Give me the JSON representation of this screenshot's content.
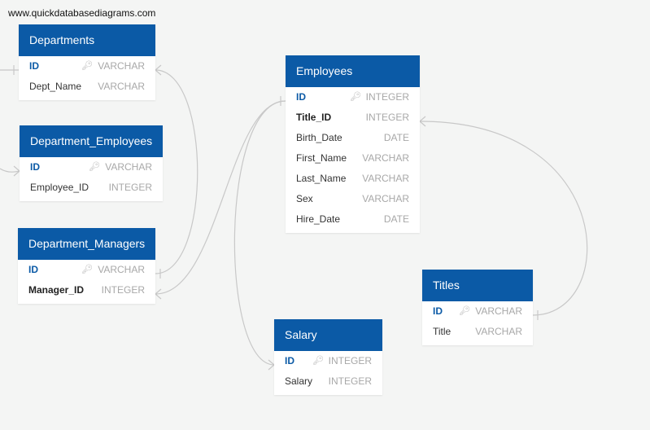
{
  "watermark": "www.quickdatabasediagrams.com",
  "tables": {
    "departments": {
      "title": "Departments",
      "fields": [
        {
          "name": "ID",
          "type": "VARCHAR"
        },
        {
          "name": "Dept_Name",
          "type": "VARCHAR"
        }
      ]
    },
    "dept_employees": {
      "title": "Department_Employees",
      "fields": [
        {
          "name": "ID",
          "type": "VARCHAR"
        },
        {
          "name": "Employee_ID",
          "type": "INTEGER"
        }
      ]
    },
    "dept_managers": {
      "title": "Department_Managers",
      "fields": [
        {
          "name": "ID",
          "type": "VARCHAR"
        },
        {
          "name": "Manager_ID",
          "type": "INTEGER"
        }
      ]
    },
    "employees": {
      "title": "Employees",
      "fields": [
        {
          "name": "ID",
          "type": "INTEGER"
        },
        {
          "name": "Title_ID",
          "type": "INTEGER"
        },
        {
          "name": "Birth_Date",
          "type": "DATE"
        },
        {
          "name": "First_Name",
          "type": "VARCHAR"
        },
        {
          "name": "Last_Name",
          "type": "VARCHAR"
        },
        {
          "name": "Sex",
          "type": "VARCHAR"
        },
        {
          "name": "Hire_Date",
          "type": "DATE"
        }
      ]
    },
    "titles": {
      "title": "Titles",
      "fields": [
        {
          "name": "ID",
          "type": "VARCHAR"
        },
        {
          "name": "Title",
          "type": "VARCHAR"
        }
      ]
    },
    "salary": {
      "title": "Salary",
      "fields": [
        {
          "name": "ID",
          "type": "INTEGER"
        },
        {
          "name": "Salary",
          "type": "INTEGER"
        }
      ]
    }
  },
  "icons": {
    "primary_key": "key-icon"
  },
  "colors": {
    "header": "#0b5aa6",
    "link": "#c8c8c8",
    "background": "#f4f5f4"
  }
}
